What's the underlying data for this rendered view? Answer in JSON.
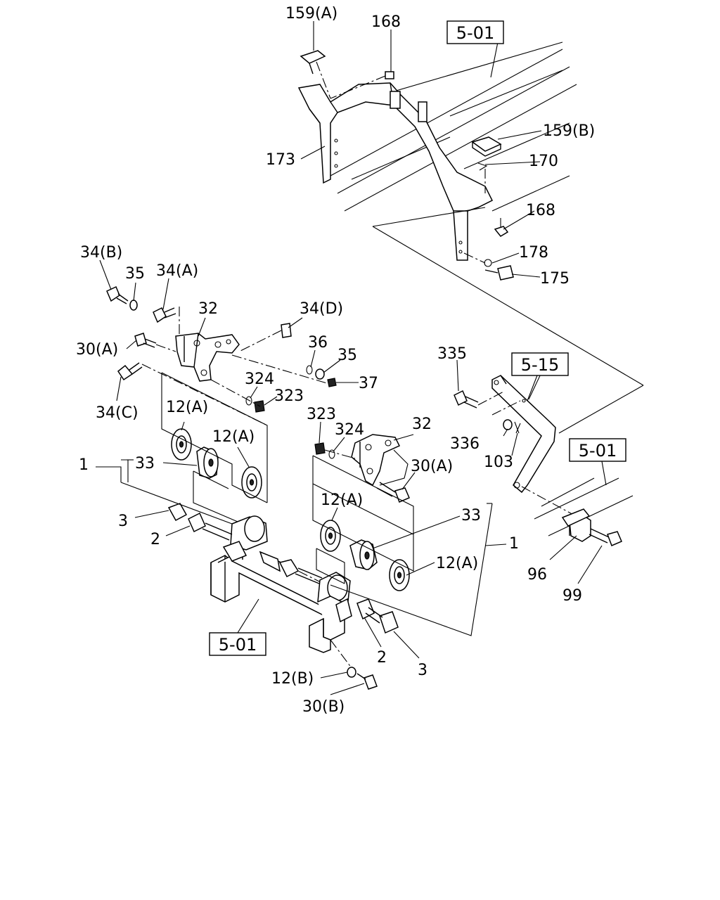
{
  "labels": {
    "l159a": "159(A)",
    "l168a": "168",
    "l173": "173",
    "l159b": "159(B)",
    "l170": "170",
    "l168b": "168",
    "l178": "178",
    "l175": "175",
    "l34b": "34(B)",
    "l35a": "35",
    "l34a": "34(A)",
    "l32a": "32",
    "l34d": "34(D)",
    "l30a1": "30(A)",
    "l36": "36",
    "l35b": "35",
    "l37": "37",
    "l324a": "324",
    "l323a": "323",
    "l34c": "34(C)",
    "l12a1": "12(A)",
    "l12a2": "12(A)",
    "l1a": "1",
    "l33a": "33",
    "l3a": "3",
    "l2a": "2",
    "l323b": "323",
    "l324b": "324",
    "l32b": "32",
    "l30a2": "30(A)",
    "l12a3": "12(A)",
    "l33b": "33",
    "l1b": "1",
    "l12a4": "12(A)",
    "l335": "335",
    "l336": "336",
    "l103": "103",
    "l96": "96",
    "l99": "99",
    "l2b": "2",
    "l3b": "3",
    "l12b": "12(B)",
    "l30b": "30(B)"
  },
  "refs": {
    "r501a": "5-01",
    "r515": "5-15",
    "r501b": "5-01",
    "r501c": "5-01"
  }
}
